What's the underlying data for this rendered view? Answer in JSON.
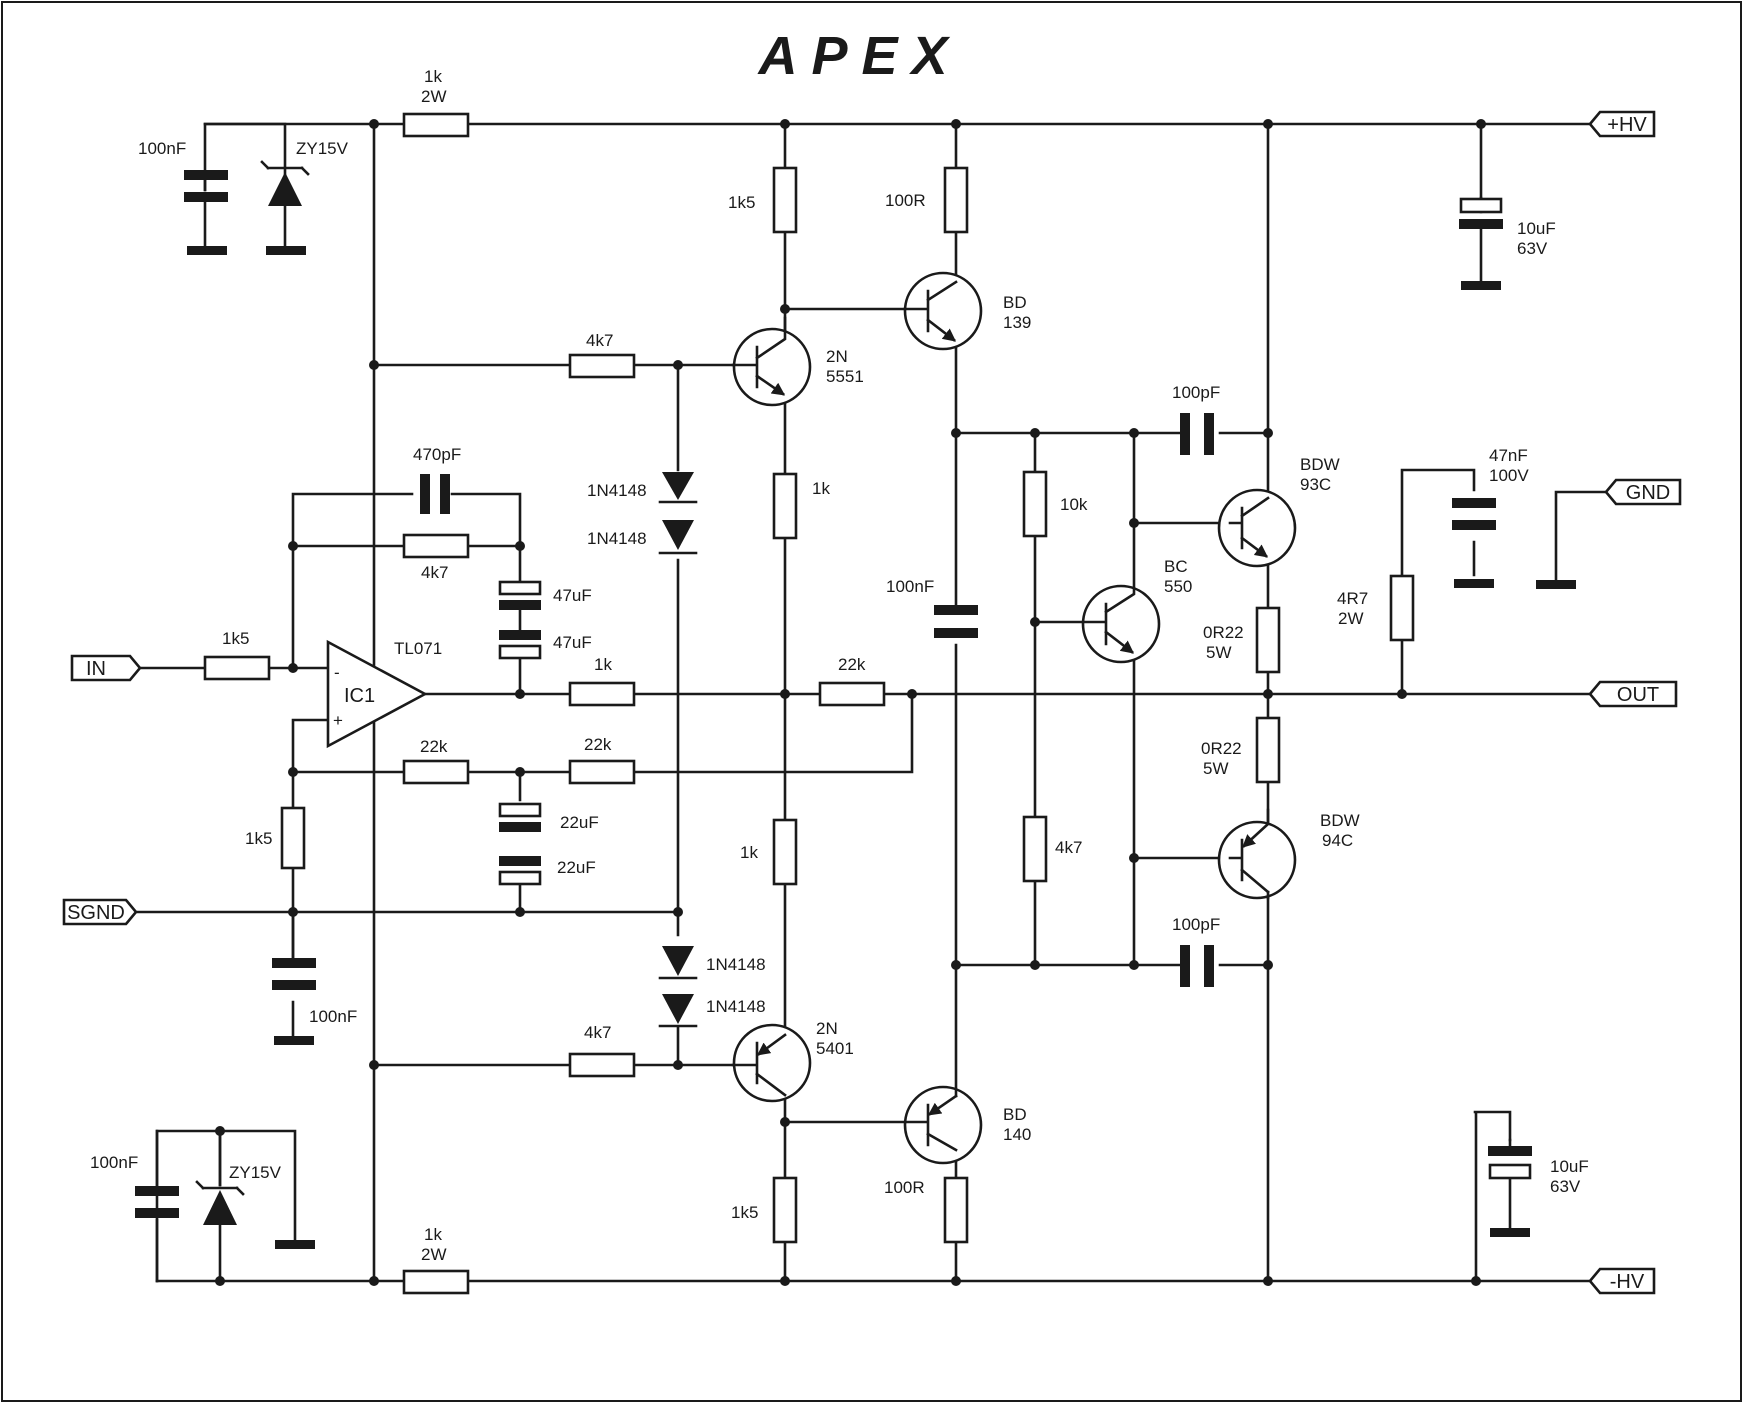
{
  "title": "APEX",
  "ports": {
    "in": "IN",
    "sgnd": "SGND",
    "out": "OUT",
    "gnd": "GND",
    "pos_rail": "+HV",
    "neg_rail": "-HV"
  },
  "opamp": {
    "ref": "IC1",
    "part": "TL071",
    "minus": "-",
    "plus": "+"
  },
  "components": {
    "r_top_rail": [
      "1k",
      "2W"
    ],
    "r_bot_rail": [
      "1k",
      "2W"
    ],
    "c_top_dec": "100nF",
    "z_top": "ZY15V",
    "c_bot_dec": "100nF",
    "z_bot": "ZY15V",
    "c_hv_top": [
      "10uF",
      "63V"
    ],
    "c_hv_bot": [
      "10uF",
      "63V"
    ],
    "r_1k5_q1": "1k5",
    "r_100r_q3": "100R",
    "q3": [
      "BD",
      "139"
    ],
    "r_4k7_q1": "4k7",
    "q1": [
      "2N",
      "5551"
    ],
    "c_470p": "470pF",
    "r_4k7_fb": "4k7",
    "c_47u_a": "47uF",
    "c_47u_b": "47uF",
    "d1": "1N4148",
    "d2": "1N4148",
    "r_1k_q1e": "1k",
    "r_1k5_in": "1k5",
    "r_1k_out": "1k",
    "r_22k_out": "22k",
    "r_22k_a": "22k",
    "r_22k_b": "22k",
    "c_22u_a": "22uF",
    "c_22u_b": "22uF",
    "r_1k5_gnd": "1k5",
    "c_100n_sgnd": "100nF",
    "r_1k_q2e": "1k",
    "d3": "1N4148",
    "d4": "1N4148",
    "r_4k7_q2": "4k7",
    "q2": [
      "2N",
      "5401"
    ],
    "q4": [
      "BD",
      "140"
    ],
    "r_100r_q4": "100R",
    "r_1k5_q2": "1k5",
    "c_100n_mid": "100nF",
    "c_100p_top": "100pF",
    "c_100p_bot": "100pF",
    "r_10k": "10k",
    "r_4k7_vbe": "4k7",
    "q5": [
      "BC",
      "550"
    ],
    "q6": [
      "BDW",
      "93C"
    ],
    "q7": [
      "BDW",
      "94C"
    ],
    "re_top": [
      "0R22",
      "5W"
    ],
    "re_bot": [
      "0R22",
      "5W"
    ],
    "c_47n": [
      "47nF",
      "100V"
    ],
    "r_4r7": [
      "4R7",
      "2W"
    ]
  }
}
